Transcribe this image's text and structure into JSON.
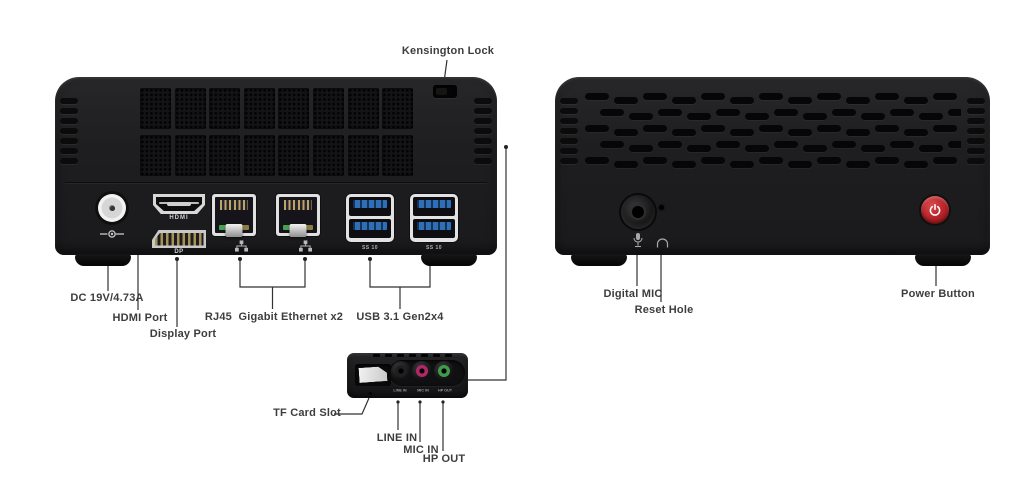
{
  "views": {
    "rear": {
      "name": "rear panel view",
      "callouts": {
        "kensington": "Kensington Lock",
        "dc": "DC 19V/4.73A",
        "hdmi": "HDMI Port",
        "dp": "Display Port",
        "ethernet": "RJ45  Gigabit Ethernet x2",
        "usb": "USB 3.1 Gen2x4"
      },
      "marks": {
        "hdmi": "HDMI",
        "dp": "DP",
        "usb1": "SS 10",
        "usb2": "SS 10"
      }
    },
    "front": {
      "name": "front panel view",
      "callouts": {
        "digital_mic": "Digital MIC",
        "reset_hole": "Reset Hole",
        "power": "Power Button"
      }
    },
    "side": {
      "name": "side audio panel view",
      "callouts": {
        "tf": "TF Card Slot",
        "line_in": "LINE IN",
        "mic_in": "MIC IN",
        "hp_out": "HP OUT"
      },
      "marks": {
        "line_in": "LINE IN",
        "mic_in": "MIC IN",
        "hp_out": "HP OUT"
      }
    }
  },
  "icons": {
    "dc_plug": "dc-plug-icon",
    "ethernet": "ethernet-network-icon",
    "microphone": "microphone-icon",
    "headphones": "headphones-icon",
    "power": "power-symbol-icon"
  },
  "colors": {
    "background": "#ffffff",
    "device_body": "#1d1d1f",
    "power_button_red": "#b42127",
    "usb_tab_blue": "#2f6fb8",
    "mic_jack_pink": "#b2266a",
    "hp_jack_green": "#3f9b4a",
    "ethernet_led_green": "#49a14f",
    "ethernet_led_amber": "#8f7d3f",
    "label_text": "#3d3d3d"
  }
}
